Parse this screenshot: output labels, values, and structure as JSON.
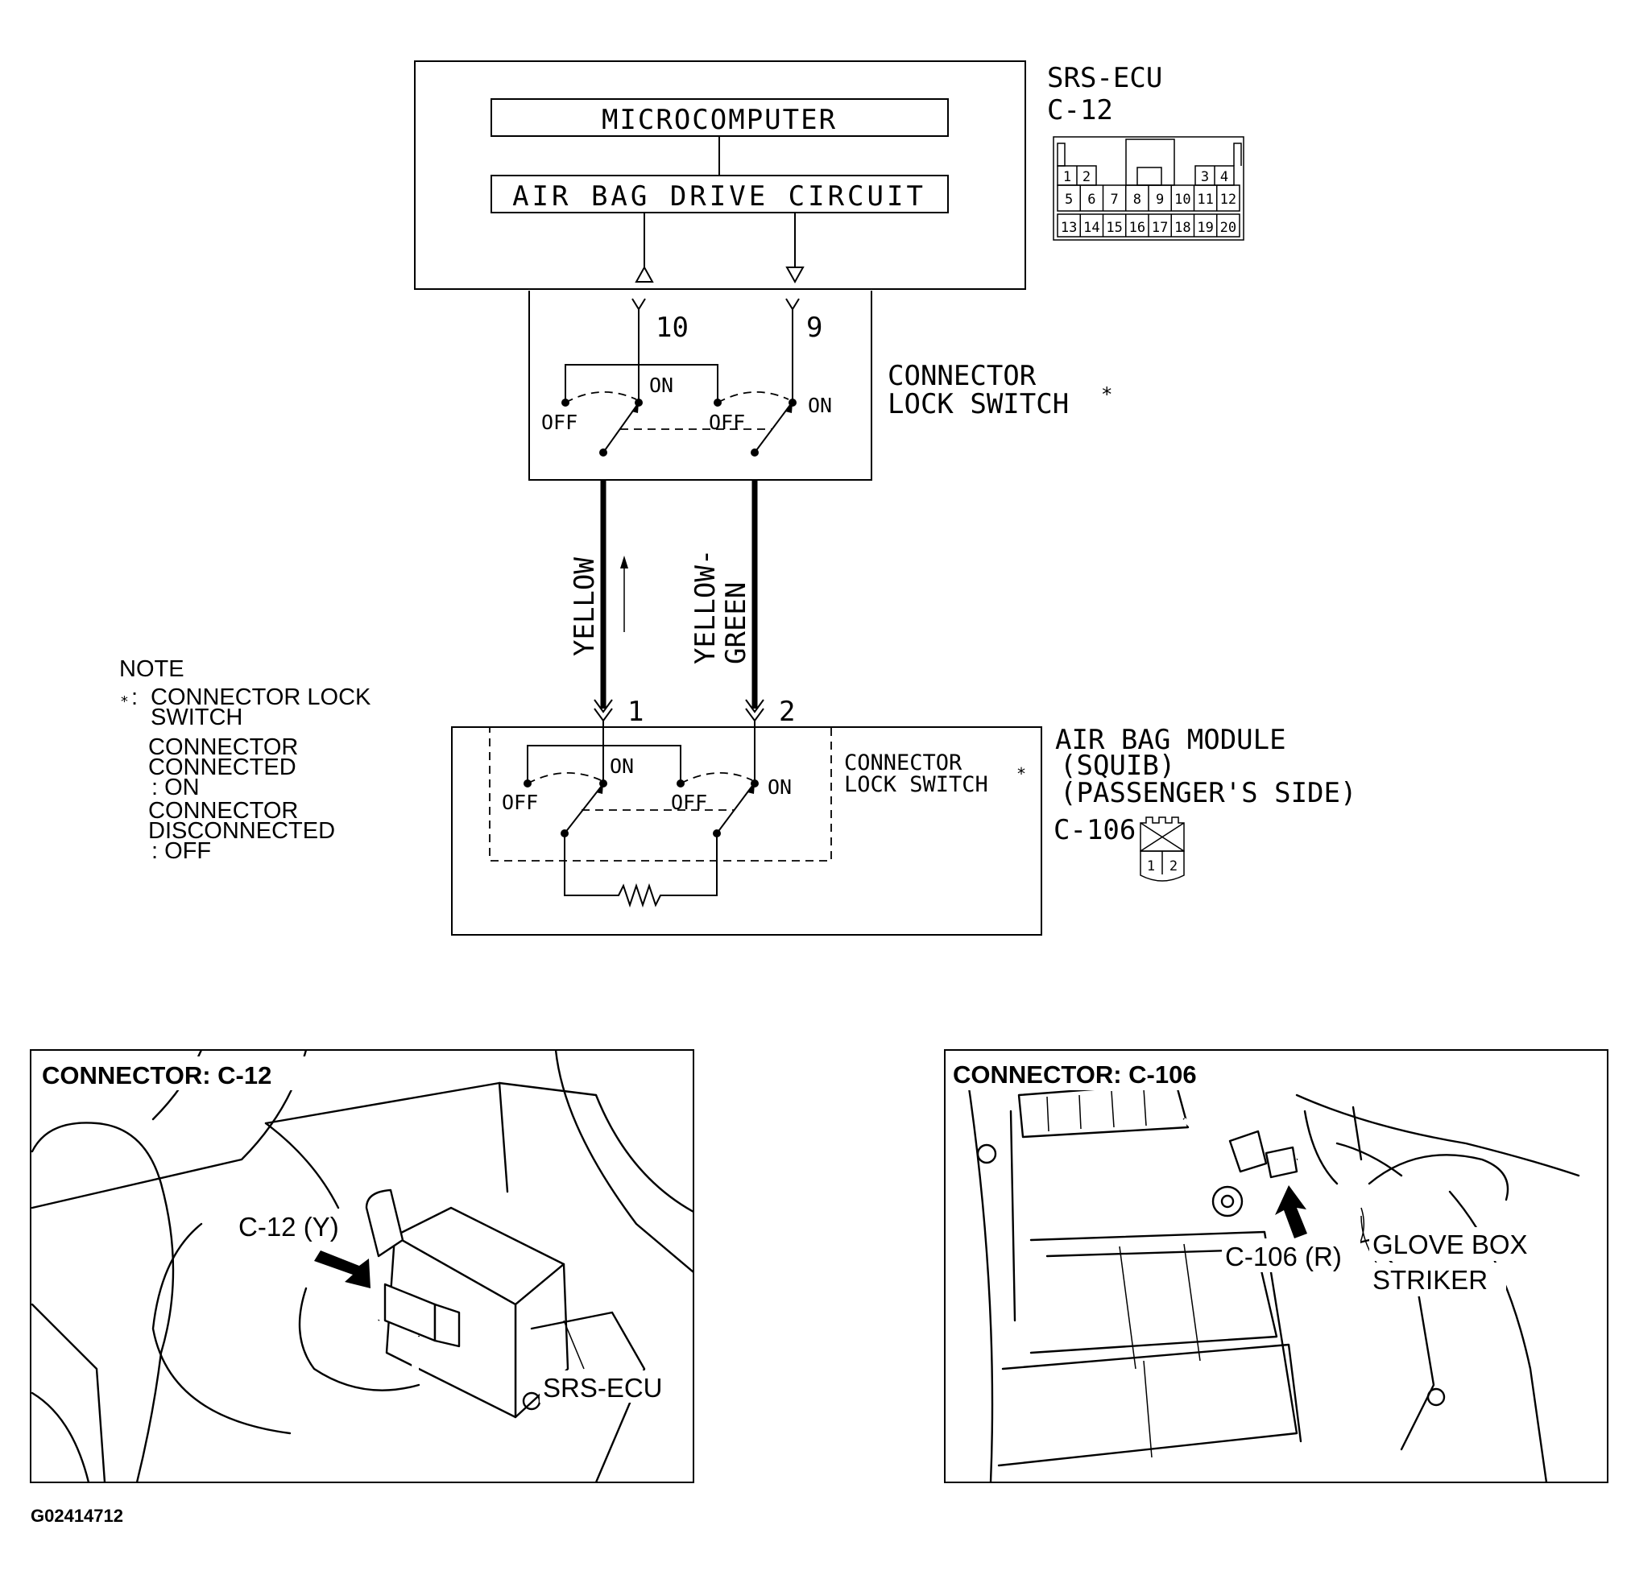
{
  "schematic": {
    "ecu_name": "SRS-ECU",
    "ecu_connector": "C-12",
    "microcomputer": "MICROCOMPUTER",
    "drive_circuit": "AIR BAG DRIVE CIRCUIT",
    "ecu_pins": [
      "10",
      "9"
    ],
    "ecu_pin_grid": [
      [
        "1",
        "2",
        "3",
        "4"
      ],
      [
        "5",
        "6",
        "7",
        "8",
        "9",
        "10",
        "11",
        "12"
      ],
      [
        "13",
        "14",
        "15",
        "16",
        "17",
        "18",
        "19",
        "20"
      ]
    ],
    "lock_switch_label": [
      "CONNECTOR",
      "LOCK SWITCH"
    ],
    "lock_switch_asterisk": "*",
    "switch_on": "ON",
    "switch_off": "OFF",
    "wire_left": "YELLOW",
    "wire_right": [
      "YELLOW-",
      "GREEN"
    ],
    "module_pins": [
      "1",
      "2"
    ],
    "module_label": [
      "AIR BAG MODULE",
      "(SQUIB)",
      "(PASSENGER'S SIDE)"
    ],
    "module_connector": "C-106",
    "module_connector_pins": [
      "1",
      "2"
    ]
  },
  "note": {
    "title": "NOTE",
    "asterisk": "*",
    "lines": [
      "CONNECTOR LOCK",
      "SWITCH",
      "CONNECTOR",
      "CONNECTED",
      ":  ON",
      "CONNECTOR",
      "DISCONNECTED",
      ":  OFF"
    ]
  },
  "panel_left": {
    "title": "CONNECTOR: C-12",
    "callout_connector": "C-12 (Y)",
    "callout_ecu": "SRS-ECU"
  },
  "panel_right": {
    "title": "CONNECTOR: C-106",
    "callout_connector": "C-106 (R)",
    "callout_glovebox": "GLOVE BOX",
    "callout_striker": "STRIKER"
  },
  "figure_id": "G02414712"
}
